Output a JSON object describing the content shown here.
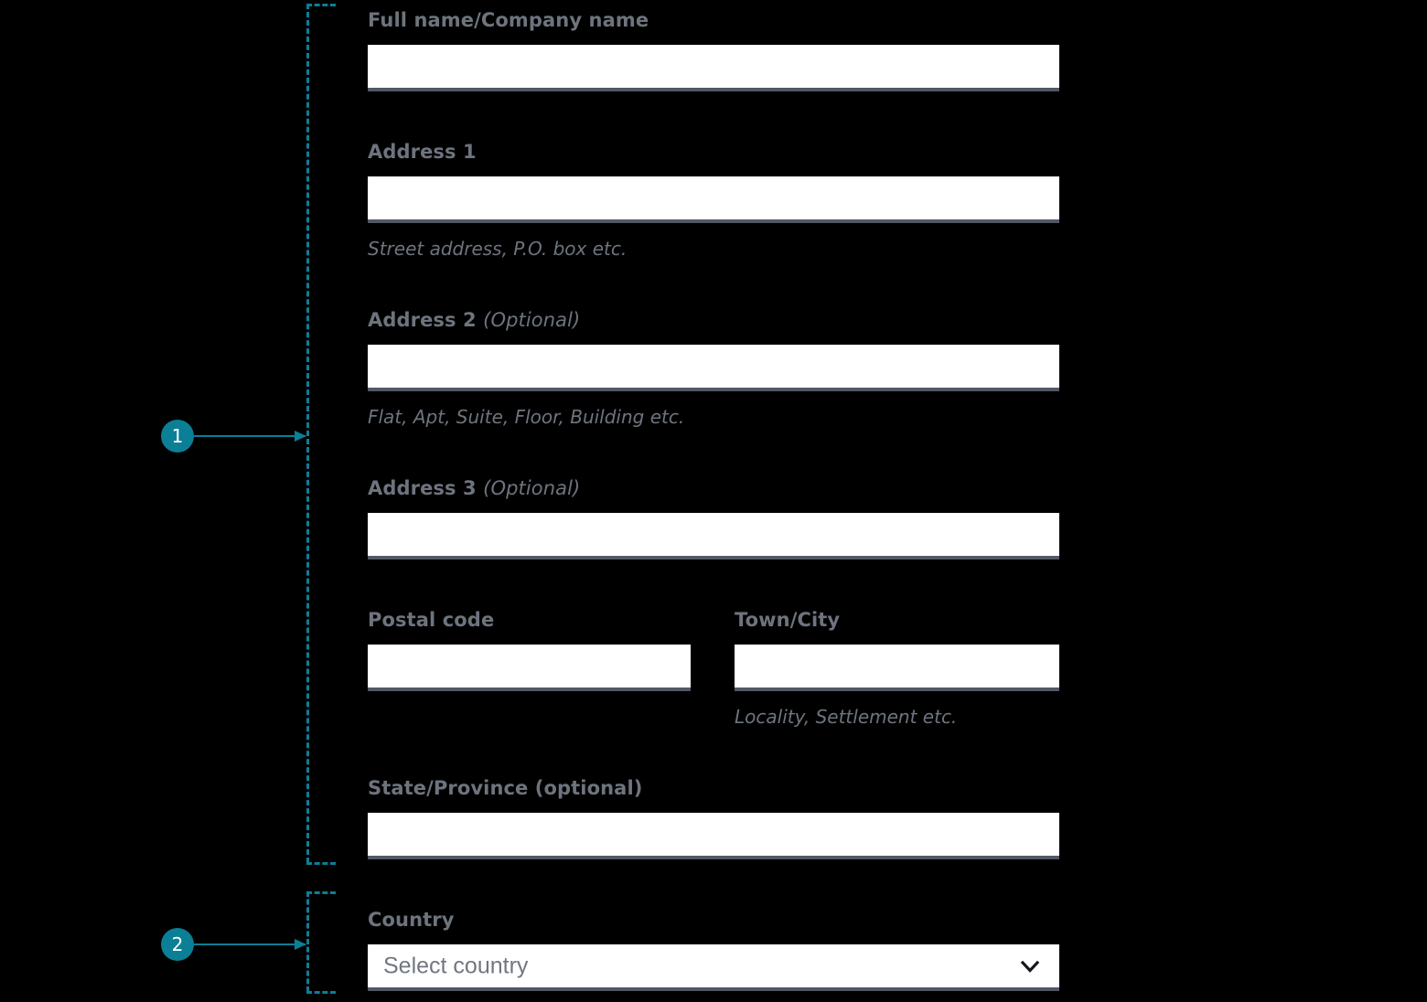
{
  "colors": {
    "accent_teal": "#0b7f96",
    "label_gray": "#6e747e",
    "input_underline": "#525866",
    "background": "#000000",
    "input_fill": "#ffffff"
  },
  "callouts": [
    {
      "number": "1",
      "target": "address-block"
    },
    {
      "number": "2",
      "target": "country-block"
    }
  ],
  "form": {
    "fields": [
      {
        "id": "full-name",
        "label": "Full name/Company name",
        "optional_suffix": "",
        "value": "",
        "placeholder": "",
        "hint": ""
      },
      {
        "id": "address-1",
        "label": "Address 1",
        "optional_suffix": "",
        "value": "",
        "placeholder": "",
        "hint": "Street address, P.O. box etc."
      },
      {
        "id": "address-2",
        "label": "Address 2",
        "optional_suffix": "(Optional)",
        "value": "",
        "placeholder": "",
        "hint": "Flat, Apt, Suite, Floor, Building etc."
      },
      {
        "id": "address-3",
        "label": "Address 3",
        "optional_suffix": "(Optional)",
        "value": "",
        "placeholder": "",
        "hint": ""
      },
      {
        "id": "postal-code",
        "label": "Postal code",
        "optional_suffix": "",
        "value": "",
        "placeholder": "",
        "hint": ""
      },
      {
        "id": "town-city",
        "label": "Town/City",
        "optional_suffix": "",
        "value": "",
        "placeholder": "",
        "hint": "Locality, Settlement etc."
      },
      {
        "id": "state-province",
        "label": "State/Province (optional)",
        "optional_suffix": "",
        "value": "",
        "placeholder": "",
        "hint": ""
      }
    ],
    "country": {
      "id": "country",
      "label": "Country",
      "selected_value": "Select country",
      "icon": "chevron-down-icon"
    }
  }
}
